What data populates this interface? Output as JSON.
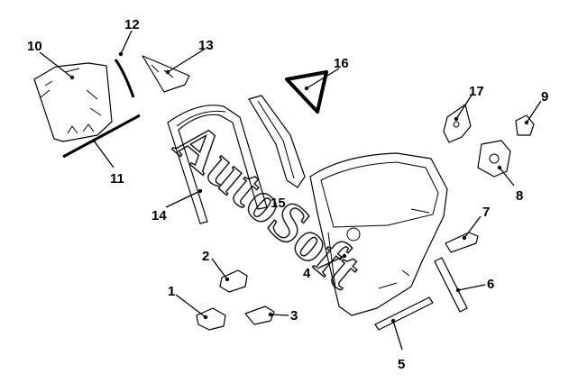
{
  "diagram": {
    "callouts": [
      "1",
      "2",
      "3",
      "4",
      "5",
      "6",
      "7",
      "8",
      "9",
      "10",
      "11",
      "12",
      "13",
      "14",
      "15",
      "16",
      "17"
    ],
    "watermark": "AutoSoft"
  }
}
